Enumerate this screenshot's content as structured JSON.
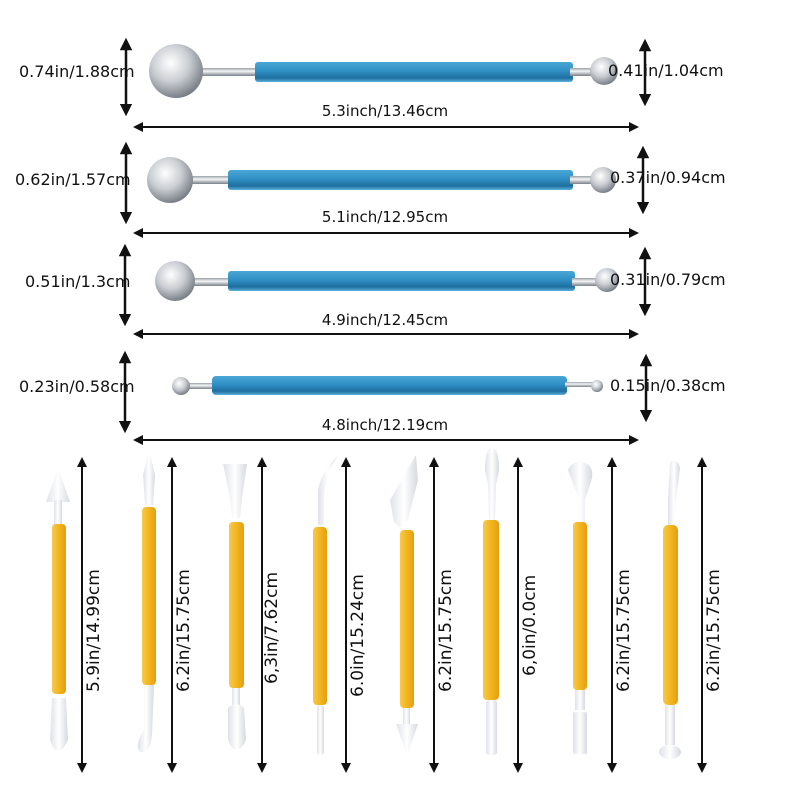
{
  "colors": {
    "blue_handle": "#2f8fc4",
    "blue_handle_dark": "#1f6f9f",
    "yellow_handle": "#f2b51f",
    "white_tip": "#eef0f4",
    "steel": "#b8bcc2",
    "arrow": "#111111"
  },
  "ball_tools": [
    {
      "left_ball": "0.74in/1.88cm",
      "right_ball": "0.41in/1.04cm",
      "length": "5.3inch/13.46cm"
    },
    {
      "left_ball": "0.62in/1.57cm",
      "right_ball": "0.37in/0.94cm",
      "length": "5.1inch/12.95cm"
    },
    {
      "left_ball": "0.51in/1.3cm",
      "right_ball": "0.31in/0.79cm",
      "length": "4.9inch/12.45cm"
    },
    {
      "left_ball": "0.23in/0.58cm",
      "right_ball": "0.15in/0.38cm",
      "length": "4.8inch/12.19cm"
    }
  ],
  "modeling_tools": [
    {
      "length": "5.9in/14.99cm",
      "top_tip": "cone",
      "bottom_tip": "shell"
    },
    {
      "length": "6.2in/15.75cm",
      "top_tip": "pointed",
      "bottom_tip": "ball-curve"
    },
    {
      "length": "6,3in/7.62cm",
      "top_tip": "flat-blade",
      "bottom_tip": "spoon"
    },
    {
      "length": "6.0in/15.24cm",
      "top_tip": "curved-hook",
      "bottom_tip": "thin-round"
    },
    {
      "length": "6.2in/15.75cm",
      "top_tip": "knife",
      "bottom_tip": "cone"
    },
    {
      "length": "6,0in/0.0cm",
      "top_tip": "round-paddle",
      "bottom_tip": "cylinder"
    },
    {
      "length": "6.2in/15.75cm",
      "top_tip": "scallop",
      "bottom_tip": "square"
    },
    {
      "length": "6.2in/15.75cm",
      "top_tip": "small-ball",
      "bottom_tip": "flat-disc"
    }
  ]
}
